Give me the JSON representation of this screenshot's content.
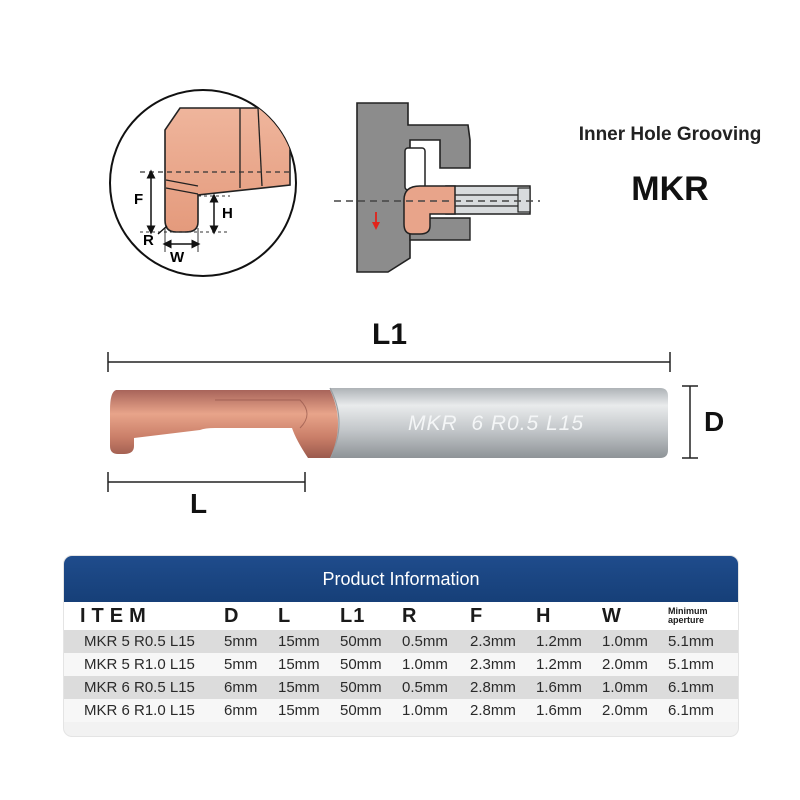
{
  "heading": {
    "subtitle": "Inner Hole Grooving",
    "model": "MKR"
  },
  "detail_diagram": {
    "labels": {
      "F": "F",
      "H": "H",
      "R": "R",
      "W": "W"
    }
  },
  "tool": {
    "engraving": "MKR  6 R0.5 L15",
    "dimensions": {
      "L1": "L1",
      "D": "D",
      "L": "L"
    }
  },
  "colors": {
    "carbide_copper": "#e8a48a",
    "shank_silver": "#cfd3d6",
    "table_header_blue": "#1f4c8c",
    "holder_gray": "#8c8c8c",
    "arrow_red": "#e2231a"
  },
  "product_table": {
    "title": "Product Information",
    "columns": [
      "ITEM",
      "D",
      "L",
      "L1",
      "R",
      "F",
      "H",
      "W",
      "Minimum aperture"
    ],
    "rows": [
      [
        "MKR 5 R0.5 L15",
        "5mm",
        "15mm",
        "50mm",
        "0.5mm",
        "2.3mm",
        "1.2mm",
        "1.0mm",
        "5.1mm"
      ],
      [
        "MKR 5 R1.0 L15",
        "5mm",
        "15mm",
        "50mm",
        "1.0mm",
        "2.3mm",
        "1.2mm",
        "2.0mm",
        "5.1mm"
      ],
      [
        "MKR 6 R0.5 L15",
        "6mm",
        "15mm",
        "50mm",
        "0.5mm",
        "2.8mm",
        "1.6mm",
        "1.0mm",
        "6.1mm"
      ],
      [
        "MKR 6 R1.0 L15",
        "6mm",
        "15mm",
        "50mm",
        "1.0mm",
        "2.8mm",
        "1.6mm",
        "2.0mm",
        "6.1mm"
      ]
    ]
  }
}
